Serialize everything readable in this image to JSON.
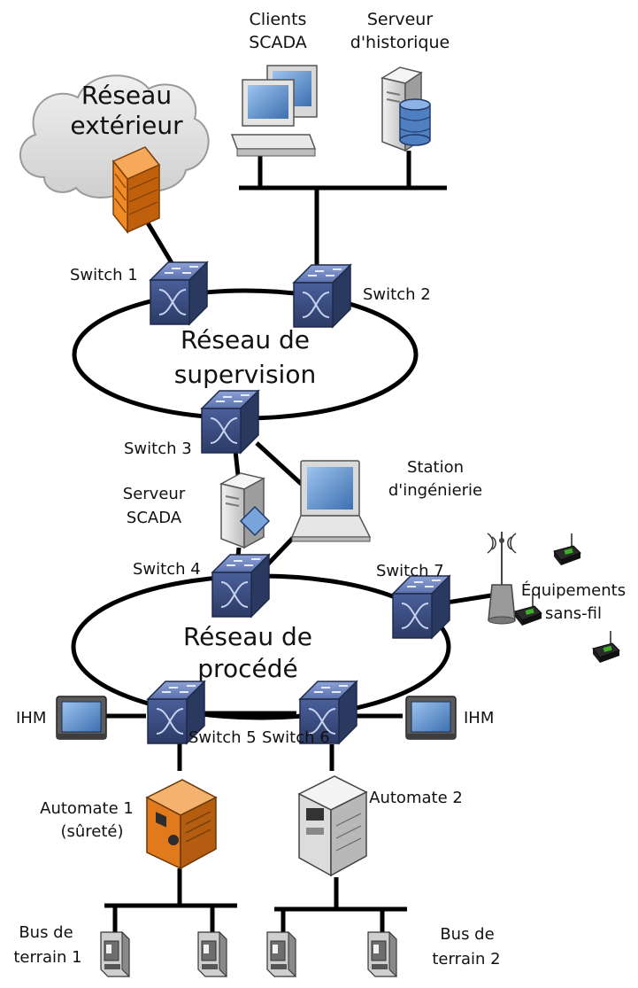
{
  "labels": {
    "external_network_line1": "Réseau",
    "external_network_line2": "extérieur",
    "scada_clients_line1": "Clients",
    "scada_clients_line2": "SCADA",
    "historian_line1": "Serveur",
    "historian_line2": "d'historique",
    "switch1": "Switch 1",
    "switch2": "Switch 2",
    "switch3": "Switch 3",
    "switch4": "Switch 4",
    "switch5": "Switch 5",
    "switch6": "Switch 6",
    "switch7": "Switch 7",
    "supervision_line1": "Réseau de",
    "supervision_line2": "supervision",
    "eng_station_line1": "Station",
    "eng_station_line2": "d'ingénierie",
    "scada_server_line1": "Serveur",
    "scada_server_line2": "SCADA",
    "wireless_line1": "Équipements",
    "wireless_line2": "sans-fil",
    "process_line1": "Réseau de",
    "process_line2": "procédé",
    "hmi_left": "IHM",
    "hmi_right": "IHM",
    "plc1_line1": "Automate 1",
    "plc1_line2": "(sûreté)",
    "plc2": "Automate 2",
    "fieldbus1_line1": "Bus de",
    "fieldbus1_line2": "terrain 1",
    "fieldbus2_line1": "Bus de",
    "fieldbus2_line2": "terrain 2"
  },
  "icons": {
    "firewall": "firewall-icon",
    "switch": "network-switch-icon",
    "workstation": "desktop-computer-icon",
    "server": "server-icon",
    "database": "database-icon",
    "laptop": "laptop-icon",
    "antenna": "wireless-antenna-icon",
    "plc": "plc-icon",
    "hmi": "hmi-panel-icon",
    "field_device": "field-device-icon"
  },
  "colors": {
    "firewall": "#f08a24",
    "switch": "#3b4f86",
    "cloud": "#e3e3e3",
    "plc1": "#e07a1c",
    "line": "#000000",
    "wireless_led": "#3fae2a"
  }
}
